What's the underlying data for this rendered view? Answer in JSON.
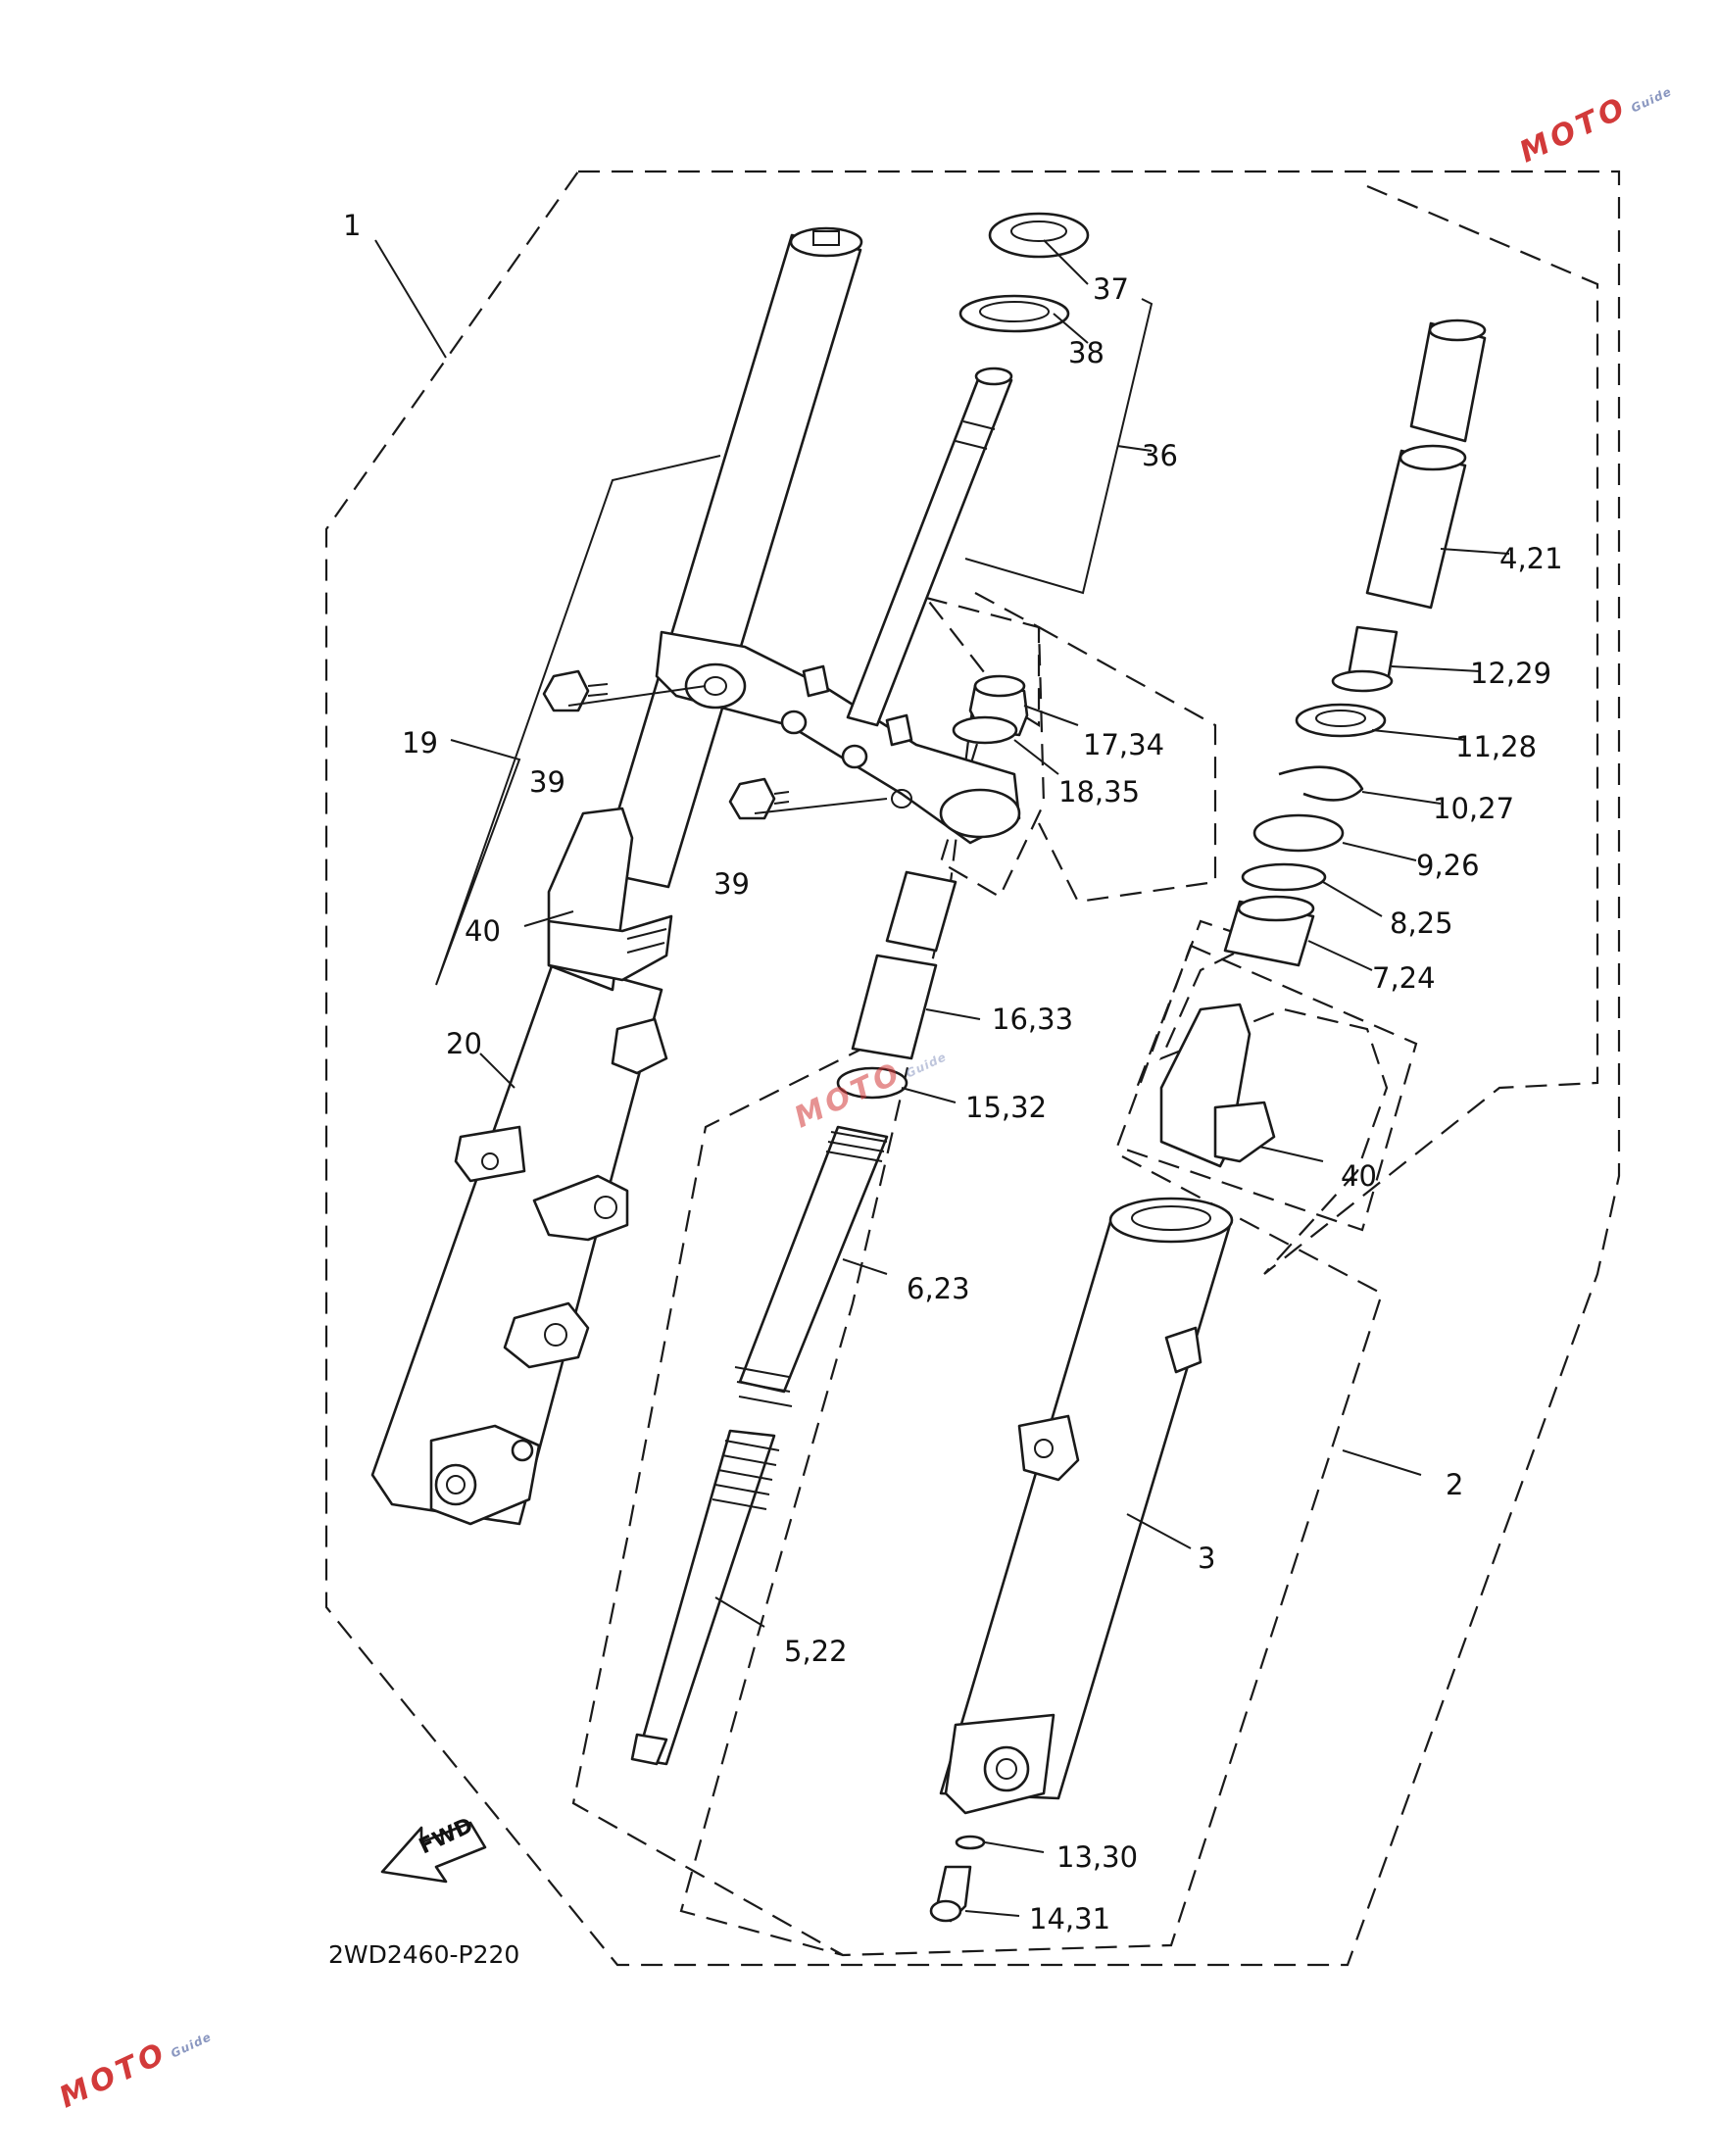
{
  "diagram": {
    "drawing_code": "2WD2460-P220",
    "direction_label": "FWD",
    "callouts": [
      {
        "id": "c1",
        "label": "1"
      },
      {
        "id": "c37",
        "label": "37"
      },
      {
        "id": "c38",
        "label": "38"
      },
      {
        "id": "c36",
        "label": "36"
      },
      {
        "id": "c4_21",
        "label": "4,21"
      },
      {
        "id": "c12_29",
        "label": "12,29"
      },
      {
        "id": "c11_28",
        "label": "11,28"
      },
      {
        "id": "c10_27",
        "label": "10,27"
      },
      {
        "id": "c9_26",
        "label": "9,26"
      },
      {
        "id": "c8_25",
        "label": "8,25"
      },
      {
        "id": "c7_24",
        "label": "7,24"
      },
      {
        "id": "c17_34",
        "label": "17,34"
      },
      {
        "id": "c18_35",
        "label": "18,35"
      },
      {
        "id": "c19",
        "label": "19"
      },
      {
        "id": "c39a",
        "label": "39"
      },
      {
        "id": "c39b",
        "label": "39"
      },
      {
        "id": "c40a",
        "label": "40"
      },
      {
        "id": "c40b",
        "label": "40"
      },
      {
        "id": "c20",
        "label": "20"
      },
      {
        "id": "c16_33",
        "label": "16,33"
      },
      {
        "id": "c15_32",
        "label": "15,32"
      },
      {
        "id": "c6_23",
        "label": "6,23"
      },
      {
        "id": "c5_22",
        "label": "5,22"
      },
      {
        "id": "c2",
        "label": "2"
      },
      {
        "id": "c3",
        "label": "3"
      },
      {
        "id": "c13_30",
        "label": "13,30"
      },
      {
        "id": "c14_31",
        "label": "14,31"
      }
    ]
  },
  "watermark": {
    "brand": "MOTO",
    "tag": "Guide",
    "color": "#d23a3a"
  }
}
